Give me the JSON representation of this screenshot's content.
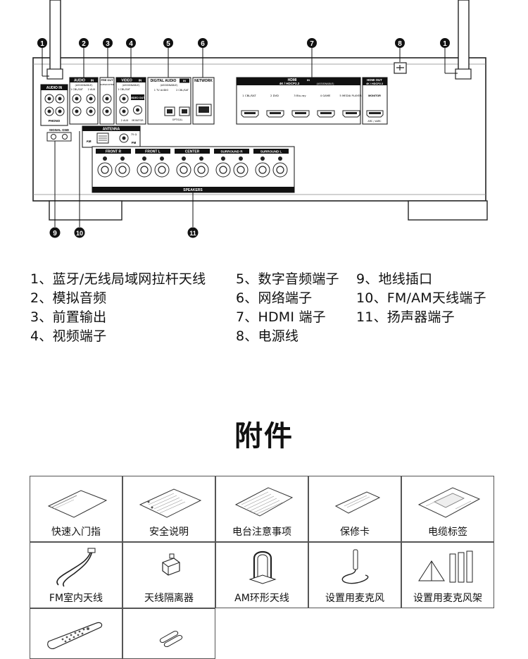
{
  "panel": {
    "markers": [
      "1",
      "2",
      "3",
      "4",
      "5",
      "6",
      "7",
      "8",
      "1",
      "9",
      "10",
      "11"
    ],
    "sections": {
      "audio_in": "AUDIO IN",
      "audio": "AUDIO",
      "audio_assignable": "(ASSIGNABLE)",
      "pre_out": "PRE OUT",
      "subwoofer": "SUBWOOFER",
      "video": "VIDEO",
      "video_assignable": "(ASSIGNABLE)",
      "video_out": "VIDEO OUT",
      "monitor": "MONITOR",
      "digital_audio": "DIGITAL AUDIO",
      "digital_assignable": "(ASSIGNABLE)",
      "optical": "OPTICAL",
      "network": "NETWORK",
      "hdmi": "HDMI",
      "hdmi_spec": "4K / HDCP2.3",
      "hdmi_assignable": "(ASSIGNABLE)",
      "hdmi_out": "HDMI OUT",
      "hdmi_out_spec": "4K / HDCP2.3",
      "hdmi_monitor": "MONITOR",
      "arc": "ARC / eARC",
      "antenna": "ANTENNA",
      "am": "AM",
      "fm": "FM",
      "ohm": "75 Ω",
      "signal_gnd": "SIGNAL GND",
      "speakers": "SPEAKERS",
      "phono": "PHONO",
      "in": "IN",
      "out": "OUT"
    },
    "audio_inputs": [
      "1 CBL/SAT",
      "2 AUX"
    ],
    "video_inputs": [
      "1 CBL/SAT",
      "2 AUX"
    ],
    "digital_inputs": [
      "1 TV AUDIO",
      "2 CBL/SAT"
    ],
    "hdmi_inputs": [
      "1 CBL/SAT",
      "2 DVD",
      "3 Blu-ray",
      "4 GAME",
      "5 MEDIA PLAYER"
    ],
    "speaker_groups": [
      "FRONT R",
      "FRONT L",
      "CENTER",
      "SURROUND R",
      "SURROUND L"
    ]
  },
  "legend": {
    "col1": [
      "1、蓝牙/无线局域网拉杆天线",
      "2、模拟音频",
      "3、前置输出",
      "4、视频端子"
    ],
    "col2": [
      "5、数字音频端子",
      "6、网络端子",
      "7、HDMI 端子",
      "8、电源线"
    ],
    "col3": [
      "9、地线插口",
      "10、FM/AM天线端子",
      "11、扬声器端子"
    ]
  },
  "accessories": {
    "title": "附件",
    "items": [
      {
        "label": "快速入门指",
        "icon": "quick-start-guide-icon"
      },
      {
        "label": "安全说明",
        "icon": "safety-instructions-icon"
      },
      {
        "label": "电台注意事项",
        "icon": "radio-notes-icon"
      },
      {
        "label": "保修卡",
        "icon": "warranty-card-icon"
      },
      {
        "label": "电缆标签",
        "icon": "cable-labels-icon"
      },
      {
        "label": "FM室内天线",
        "icon": "fm-indoor-antenna-icon"
      },
      {
        "label": "天线隔离器",
        "icon": "antenna-isolator-icon"
      },
      {
        "label": "AM环形天线",
        "icon": "am-loop-antenna-icon"
      },
      {
        "label": "设置用麦克风",
        "icon": "setup-microphone-icon"
      },
      {
        "label": "设置用麦克风架",
        "icon": "microphone-stand-icon"
      },
      {
        "label": "",
        "icon": "remote-control-icon"
      },
      {
        "label": "",
        "icon": "batteries-icon"
      }
    ]
  }
}
